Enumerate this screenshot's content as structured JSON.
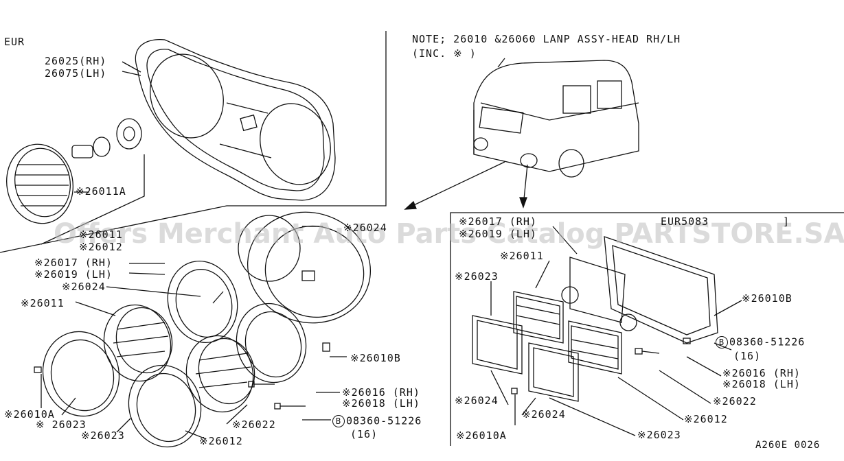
{
  "note": {
    "line1": "NOTE; 26010 &26060 LANP ASSY-HEAD RH/LH",
    "line2": "(INC. ※ )"
  },
  "eur_panel": {
    "region_label": "EUR",
    "p26025": "26025(RH)",
    "p26075": "26075(LH)",
    "p26011A": "※26011A",
    "p26011": "※26011",
    "p26012": "※26012"
  },
  "round_lamp": {
    "p26024_top": "※26024",
    "p26017": "※26017 (RH)",
    "p26019": "※26019 (LH)",
    "p26024": "※26024",
    "p26011": "※26011",
    "p26010B": "※26010B",
    "p26016": "※26016 (RH)",
    "p26018": "※26018 (LH)",
    "p26010A": "※26010A",
    "p26023a": "※ 26023",
    "p26023b": "※26023",
    "p26022": "※26022",
    "p26012": "※26012",
    "bolt_marker": "B",
    "bolt_part": "08360-51226",
    "bolt_qty": "(16)"
  },
  "rect_lamp": {
    "p26017": "※26017 (RH)",
    "p26019": "※26019 (LH)",
    "region_label": "EUR5083",
    "region_bracket": "]",
    "p26011": "※26011",
    "p26023": "※26023",
    "p26010B": "※26010B",
    "bolt_marker": "B",
    "bolt_part": "08360-51226",
    "bolt_qty": "(16)",
    "p26016": "※26016 (RH)",
    "p26018": "※26018 (LH)",
    "p26022": "※26022",
    "p26024a": "※26024",
    "p26024b": "※26024",
    "p26012": "※26012",
    "p26010A": "※26010A",
    "p26023b": "※26023"
  },
  "figure_code": "A260E 0026",
  "watermark": "Offers Merchant Auto Parts Catalog PARTSTORE.SA"
}
